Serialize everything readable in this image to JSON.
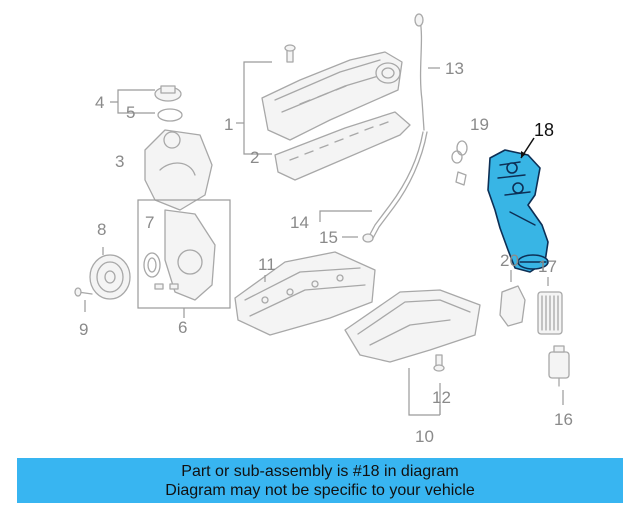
{
  "diagram": {
    "callouts": [
      "1",
      "2",
      "3",
      "4",
      "5",
      "6",
      "7",
      "8",
      "9",
      "10",
      "11",
      "12",
      "13",
      "14",
      "15",
      "16",
      "17",
      "18",
      "19",
      "20"
    ],
    "highlighted_callout": "18"
  },
  "banner": {
    "line1": "Part or sub-assembly is #18 in diagram",
    "line2": "Diagram may not be specific to your vehicle"
  },
  "colors": {
    "highlight_fill": "#38b5e5",
    "highlight_stroke": "#0d2f55",
    "banner_bg": "#38b5f1",
    "part_line": "#a8a8a8"
  }
}
